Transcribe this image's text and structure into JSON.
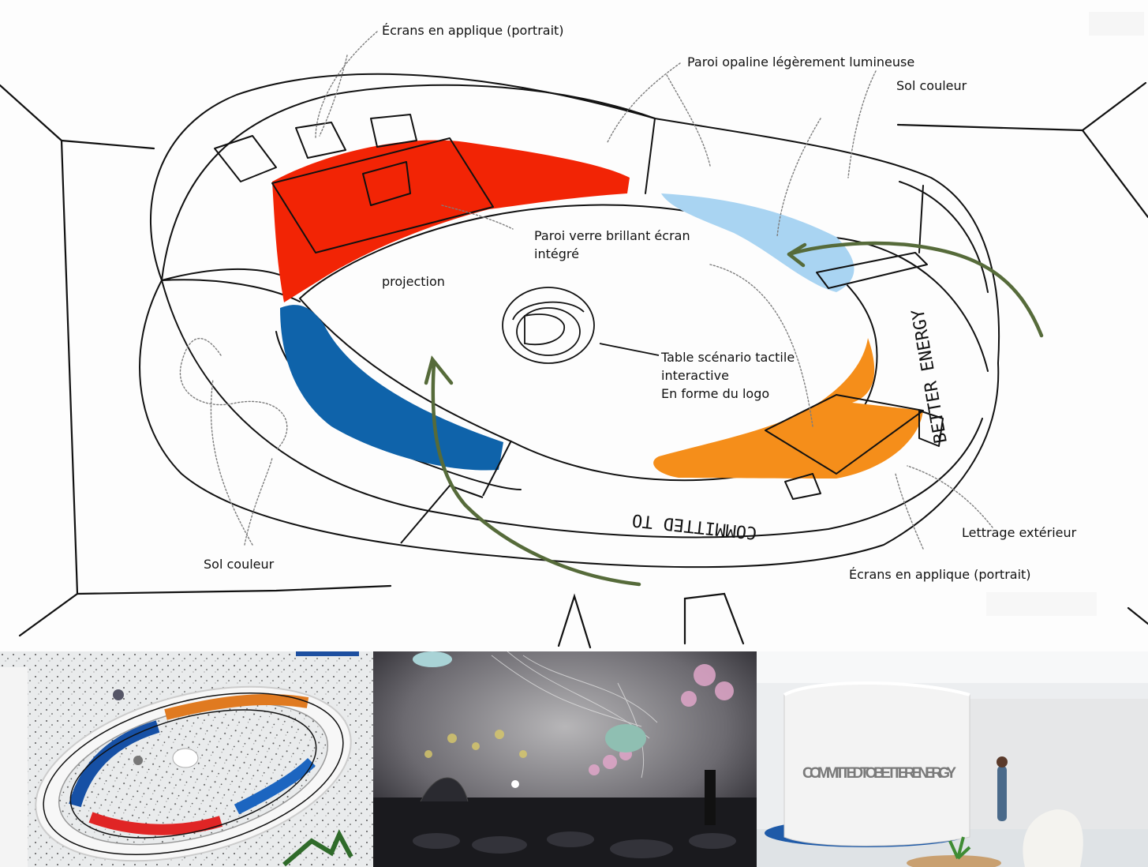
{
  "labels": {
    "screens_top": "Écrans en applique (portrait)",
    "opal_wall": "Paroi opaline légèrement lumineuse",
    "floor_top": "Sol couleur",
    "glass_wall_line1": "Paroi verre brillant écran",
    "glass_wall_line2": "intégré",
    "projection": "projection",
    "table_line1": "Table scénario tactile",
    "table_line2": "interactive",
    "table_line3": "En forme du logo",
    "outer_lettering": "Lettrage extérieur",
    "floor_bottom": "Sol couleur",
    "screens_bottom": "Écrans en applique (portrait)"
  },
  "handwritten": {
    "lettering_bottom": "COMMITTED TO",
    "lettering_right": "BETTER ENERGY"
  },
  "photos": {
    "photo3_wall_text": "COMMITTED TO BETTER ENERGY"
  },
  "colors": {
    "red": "#f22405",
    "blue_dark": "#0f63aa",
    "blue_light": "#a9d4f2",
    "orange": "#f58e1a",
    "arrow_green": "#566b3a",
    "ink": "#111111"
  }
}
